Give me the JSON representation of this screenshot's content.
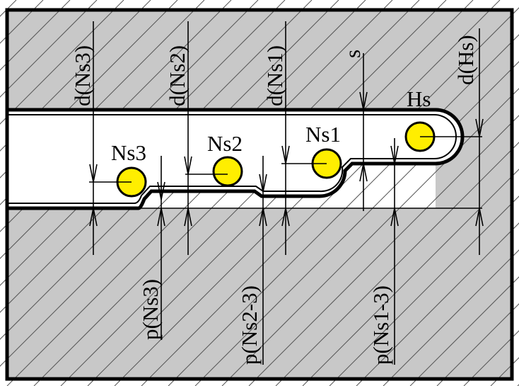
{
  "labels": {
    "d_ns3": "d(Ns3)",
    "d_ns2": "d(Ns2)",
    "d_ns1": "d(Ns1)",
    "s": "s",
    "d_hs": "d(Hs)",
    "hs": "Hs",
    "ns1": "Ns1",
    "ns2": "Ns2",
    "ns3": "Ns3",
    "p_ns3": "p(Ns3)",
    "p_ns2_3": "p(Ns2-3)",
    "p_ns1_3": "p(Ns1-3)"
  },
  "colors": {
    "material": "#c8c8c8",
    "hatch": "#555555",
    "channel": "#ffffff",
    "ball": "#ffee00",
    "outline": "#000000"
  }
}
